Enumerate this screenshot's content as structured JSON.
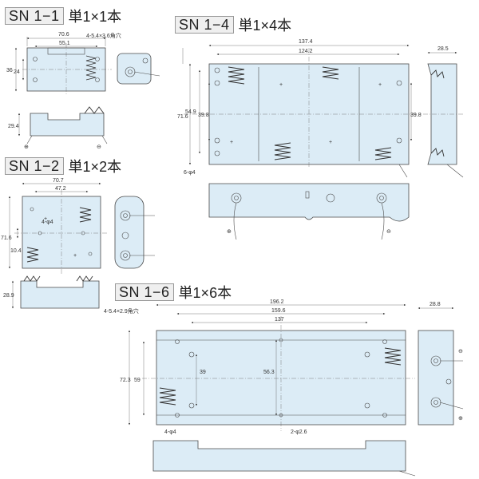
{
  "sn11": {
    "model": "SN 1−1",
    "desc": "単1×1本",
    "dims": {
      "w_outer": "70.6",
      "w_inner": "55.1",
      "h": "36",
      "h2": "24",
      "depth": "29.4",
      "hole": "4-5.4×3.6角穴"
    }
  },
  "sn12": {
    "model": "SN 1−2",
    "desc": "単1×2本",
    "dims": {
      "w_outer": "70.7",
      "w_inner": "47.2",
      "h": "71.6",
      "h2": "10.4",
      "depth": "28.9",
      "hole": "4-φ4"
    }
  },
  "sn14": {
    "model": "SN 1−4",
    "desc": "単1×4本",
    "dims": {
      "w_outer": "137.4",
      "w_inner": "124.2",
      "h": "71.6",
      "h2": "54.9",
      "h3": "39.8",
      "h4": "39.8",
      "side": "28.5",
      "hole": "6-φ4"
    }
  },
  "sn16": {
    "model": "SN 1−6",
    "desc": "単1×6本",
    "dims": {
      "w_outer": "196.2",
      "w_mid": "159.6",
      "w_inner": "137",
      "h": "72.3",
      "h2": "59",
      "h3": "39",
      "h4": "56.3",
      "side": "28.8",
      "hole_sq": "4-5.4×2.9角穴",
      "hole_round": "4-φ4",
      "hole_small": "2-φ2.6"
    }
  },
  "terminal_plus": "⊕",
  "terminal_minus": "⊖"
}
